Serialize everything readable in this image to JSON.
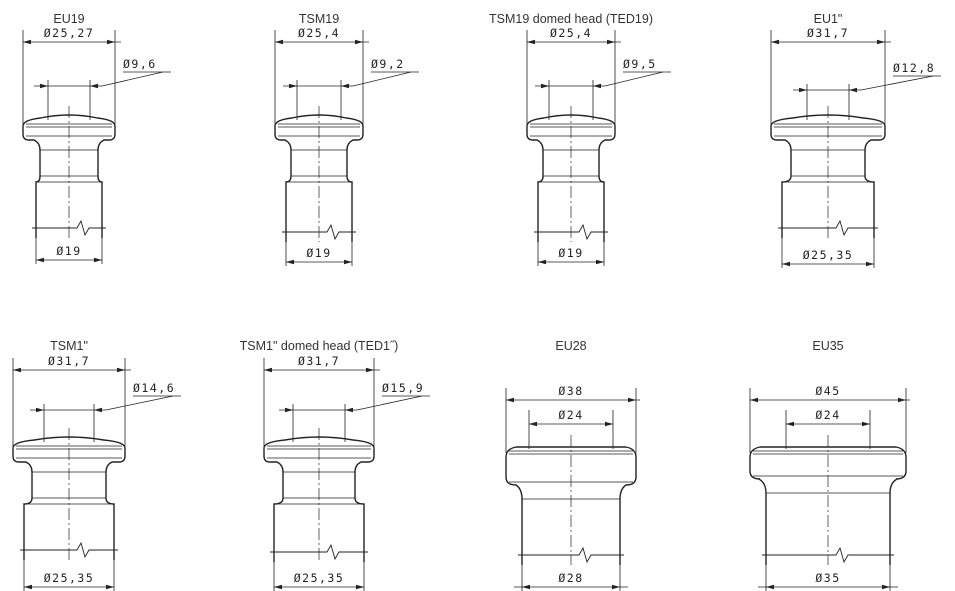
{
  "diameter_symbol": "Ø",
  "parts": [
    {
      "id": "EU19",
      "title": "EU19",
      "outer_head": "25,27",
      "inner_head": "9,6",
      "tube": "19"
    },
    {
      "id": "TSM19",
      "title": "TSM19",
      "outer_head": "25,4",
      "inner_head": "9,2",
      "tube": "19"
    },
    {
      "id": "TED19",
      "title": "TSM19 domed head (TED19)",
      "outer_head": "25,4",
      "inner_head": "9,5",
      "tube": "19"
    },
    {
      "id": "EU1",
      "title": "EU1\"",
      "outer_head": "31,7",
      "inner_head": "12,8",
      "tube": "25,35"
    },
    {
      "id": "TSM1",
      "title": "TSM1\"",
      "outer_head": "31,7",
      "inner_head": "14,6",
      "tube": "25,35"
    },
    {
      "id": "TED1",
      "title": "TSM1\" domed head (TED1˝)",
      "outer_head": "31,7",
      "inner_head": "15,9",
      "tube": "25,35"
    },
    {
      "id": "EU28",
      "title": "EU28",
      "outer_head": "38",
      "inner_head": "24",
      "tube": "28"
    },
    {
      "id": "EU35",
      "title": "EU35",
      "outer_head": "45",
      "inner_head": "24",
      "tube": "35"
    }
  ]
}
